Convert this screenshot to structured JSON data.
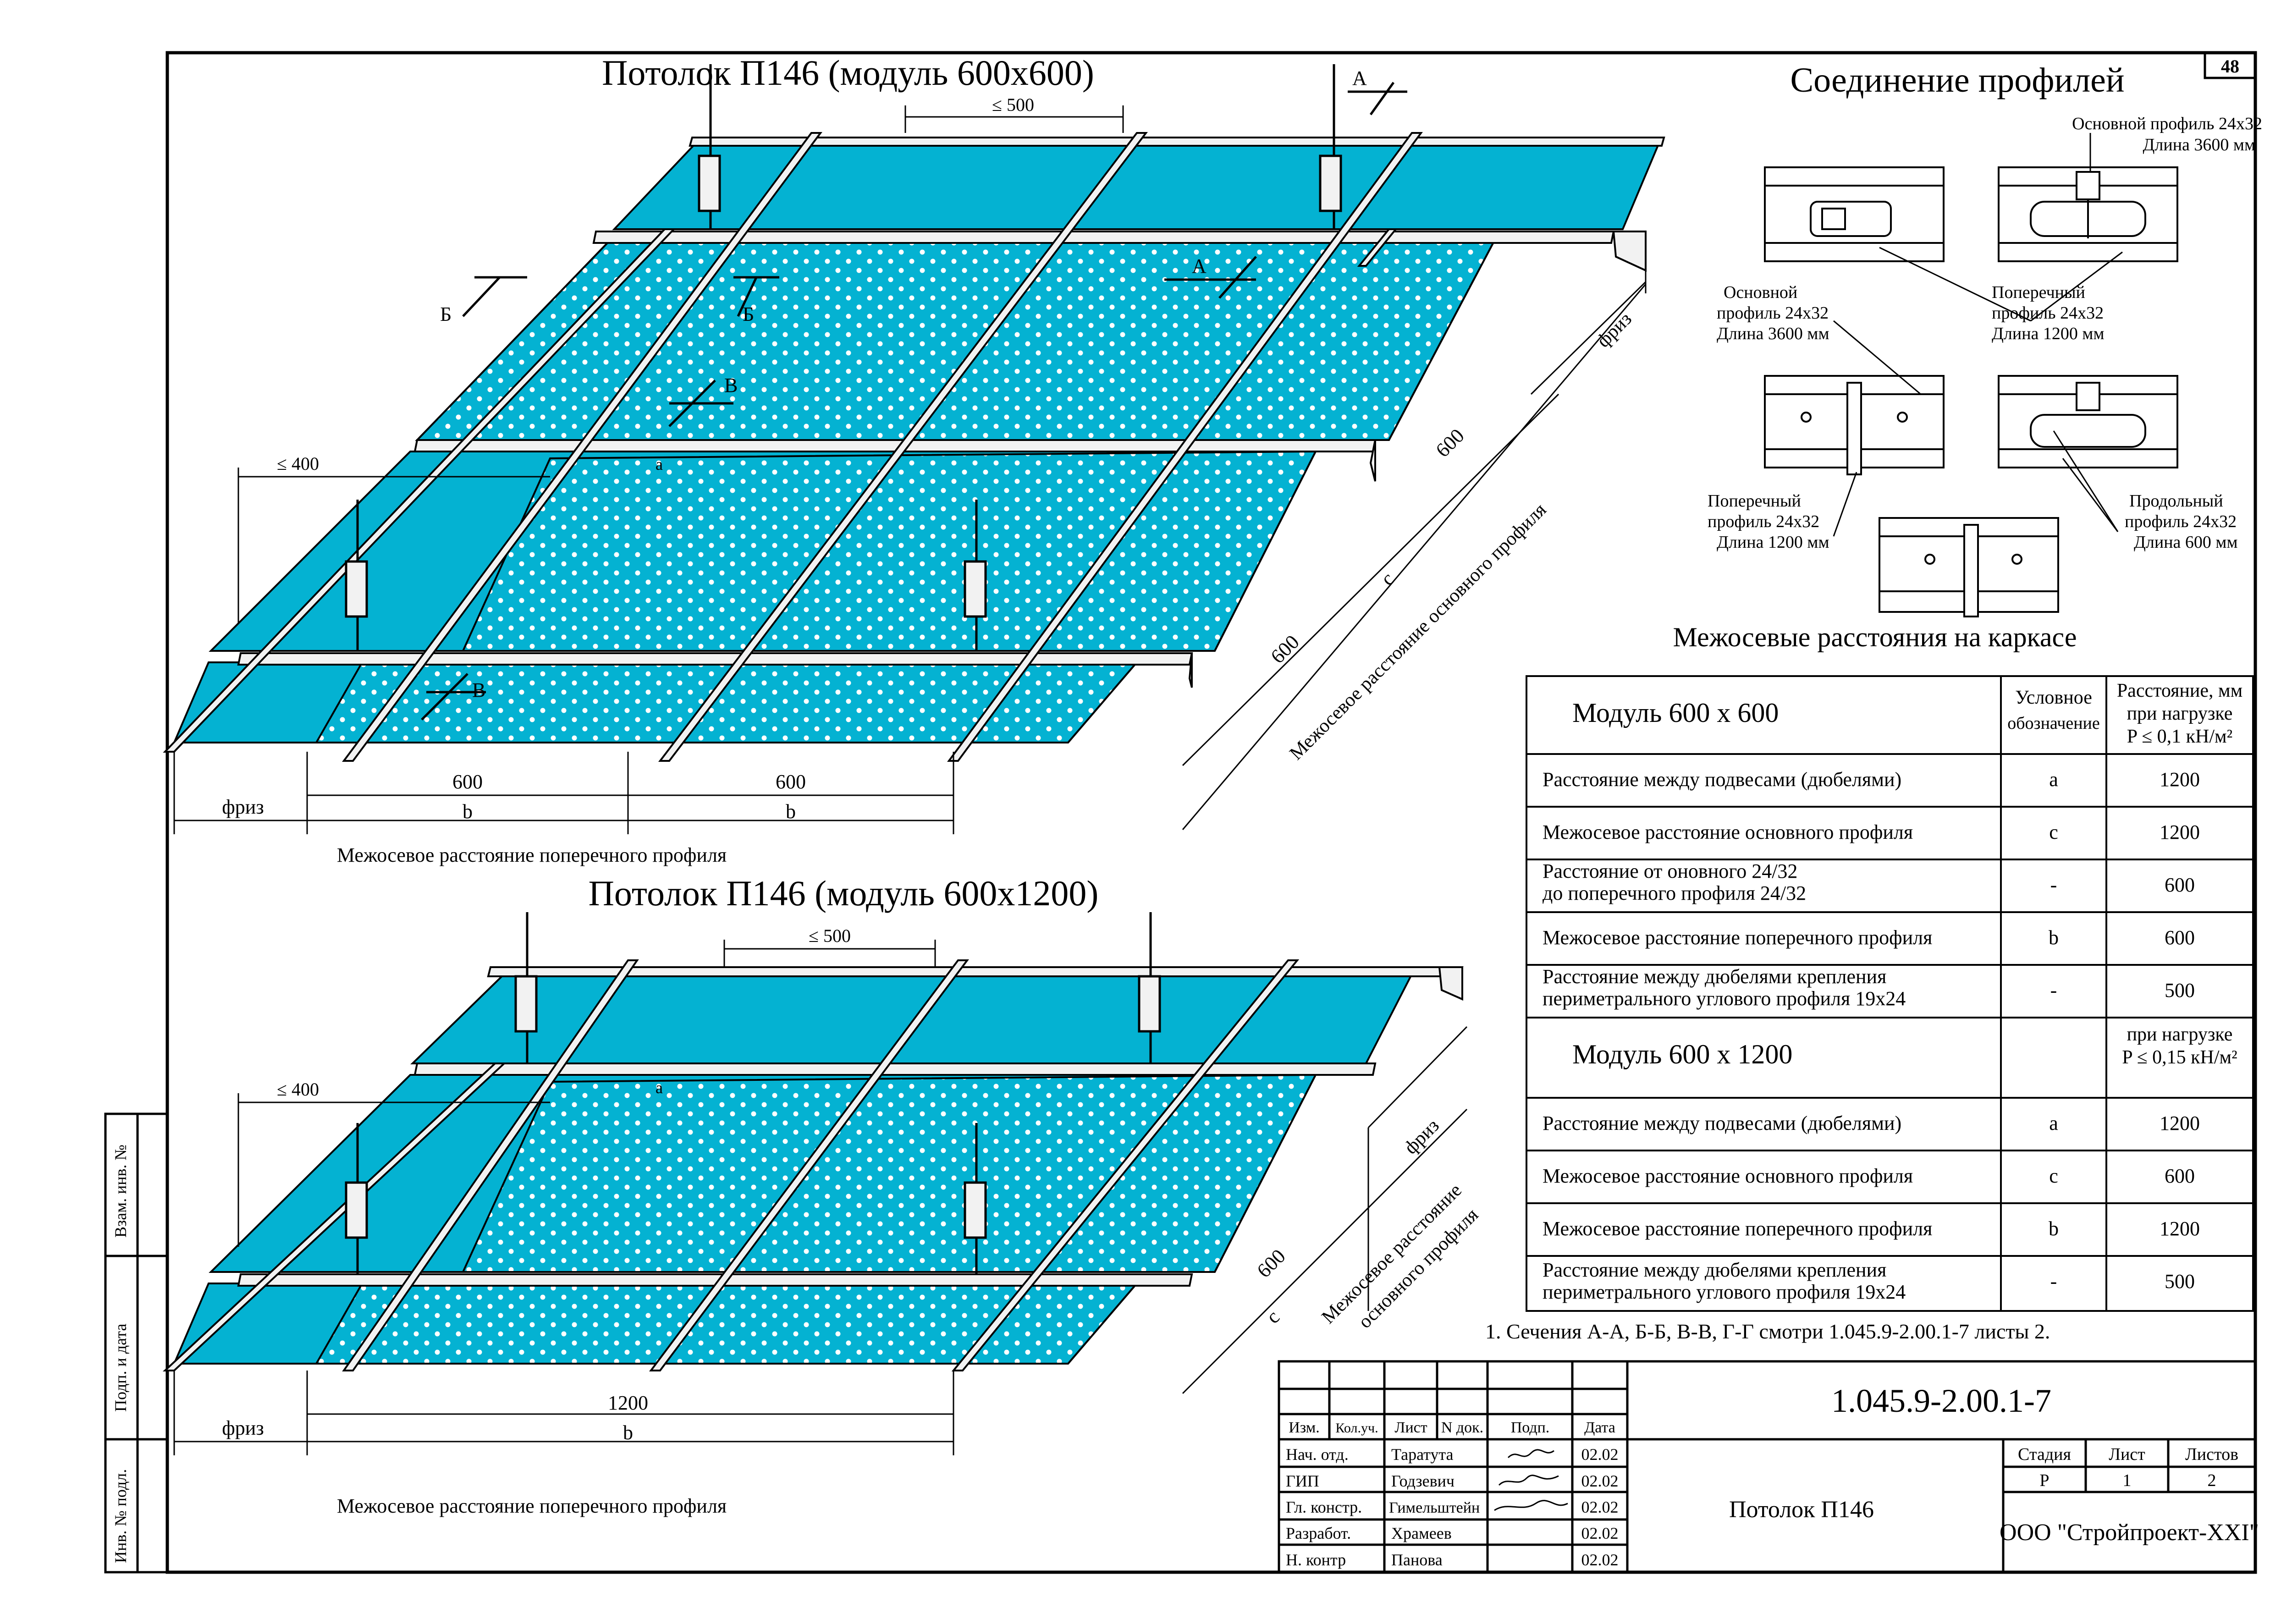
{
  "sheet_number": "48",
  "diagram1": {
    "title": "Потолок П146 (модуль 600х600)",
    "dim_500": "≤ 500",
    "dim_400": "≤ 400",
    "label_a": "a",
    "label_c": "c",
    "dim_600": "600",
    "friz": "фриз",
    "b": "b",
    "main_profile_spacing": "Межосевое расстояние основного профиля",
    "cross_profile_spacing": "Межосевое расстояние поперечного профиля",
    "section_A": "А",
    "section_B": "Б",
    "section_V": "В"
  },
  "diagram2": {
    "title": "Потолок П146 (модуль 600х1200)",
    "dim_500": "≤ 500",
    "dim_400": "≤ 400",
    "label_a": "a",
    "label_c": "c",
    "dim_600": "600",
    "dim_1200": "1200",
    "friz": "фриз",
    "b": "b",
    "main_profile_spacing_1": "Межосевое расстояние",
    "main_profile_spacing_2": "основного профиля",
    "cross_profile_spacing": "Межосевое расстояние поперечного профиля"
  },
  "connection": {
    "title": "Соединение профилей",
    "label_main_top_1": "Основной профиль 24х32",
    "label_main_top_2": "Длина 3600 мм",
    "label_main_left_1": "Основной",
    "label_main_left_2": "профиль 24х32",
    "label_main_left_3": "Длина 3600 мм",
    "label_cross_mid_1": "Поперечный",
    "label_cross_mid_2": "профиль 24х32",
    "label_cross_mid_3": "Длина 1200 мм",
    "label_cross_bot_1": "Поперечный",
    "label_cross_bot_2": "профиль 24х32",
    "label_cross_bot_3": "Длина 1200 мм",
    "label_long_1": "Продольный",
    "label_long_2": "профиль 24х32",
    "label_long_3": "Длина 600 мм"
  },
  "spacing_table": {
    "title": "Межосевые расстояния на каркасе",
    "col_symbol_1": "Условное",
    "col_symbol_2": "обозначение",
    "col_dist_1": "Расстояние, мм",
    "col_dist_2": "при нагрузке",
    "col_dist_3": "P ≤ 0,1 кН/м²",
    "module1": "Модуль 600 х 600",
    "rows1": [
      {
        "name": [
          "Расстояние между подвесами (дюбелями)"
        ],
        "sym": "a",
        "val": "1200"
      },
      {
        "name": [
          "Межосевое расстояние основного профиля"
        ],
        "sym": "c",
        "val": "1200"
      },
      {
        "name": [
          "Расстояние от оновного 24/32",
          "до поперечного профиля 24/32"
        ],
        "sym": "-",
        "val": "600"
      },
      {
        "name": [
          "Межосевое расстояние поперечного профиля"
        ],
        "sym": "b",
        "val": "600"
      },
      {
        "name": [
          "Расстояние между дюбелями крепления",
          "периметрального углового профиля 19х24"
        ],
        "sym": "-",
        "val": "500"
      }
    ],
    "module2": "Модуль 600 х 1200",
    "load2_1": "при нагрузке",
    "load2_2": "P ≤ 0,15 кН/м²",
    "rows2": [
      {
        "name": [
          "Расстояние между подвесами (дюбелями)"
        ],
        "sym": "a",
        "val": "1200"
      },
      {
        "name": [
          "Межосевое расстояние основного профиля"
        ],
        "sym": "c",
        "val": "600"
      },
      {
        "name": [
          "Межосевое расстояние поперечного профиля"
        ],
        "sym": "b",
        "val": "1200"
      },
      {
        "name": [
          "Расстояние между дюбелями крепления",
          "периметрального углового профиля 19х24"
        ],
        "sym": "-",
        "val": "500"
      }
    ]
  },
  "note": "1. Сечения А-А, Б-Б, В-В, Г-Г смотри 1.045.9-2.00.1-7 листы 2.",
  "side_stamp": {
    "vzam": "Взам. инв. №",
    "podp": "Подп. и дата",
    "inv": "Инв. № подл."
  },
  "title_block": {
    "code": "1.045.9-2.00.1-7",
    "name": "Потолок П146",
    "org": "ООО \"Стройпроект-XXI\"",
    "hdr": [
      "Изм.",
      "Кол.уч.",
      "Лист",
      "N док.",
      "Подп.",
      "Дата"
    ],
    "people": [
      {
        "role": "Нач. отд.",
        "name": "Таратута",
        "date": "02.02"
      },
      {
        "role": "ГИП",
        "name": "Годзевич",
        "date": "02.02"
      },
      {
        "role": "Гл. констр.",
        "name": "Гимельштейн",
        "date": "02.02"
      },
      {
        "role": "Разработ.",
        "name": "Храмеев",
        "date": "02.02"
      },
      {
        "role": "Н. контр",
        "name": "Панова",
        "date": "02.02"
      }
    ],
    "stage_hdr": [
      "Стадия",
      "Лист",
      "Листов"
    ],
    "stage_vals": [
      "Р",
      "1",
      "2"
    ]
  },
  "colors": {
    "panel": "#04b2d2",
    "frame": "#000000",
    "profile": "#f2f2f2"
  }
}
